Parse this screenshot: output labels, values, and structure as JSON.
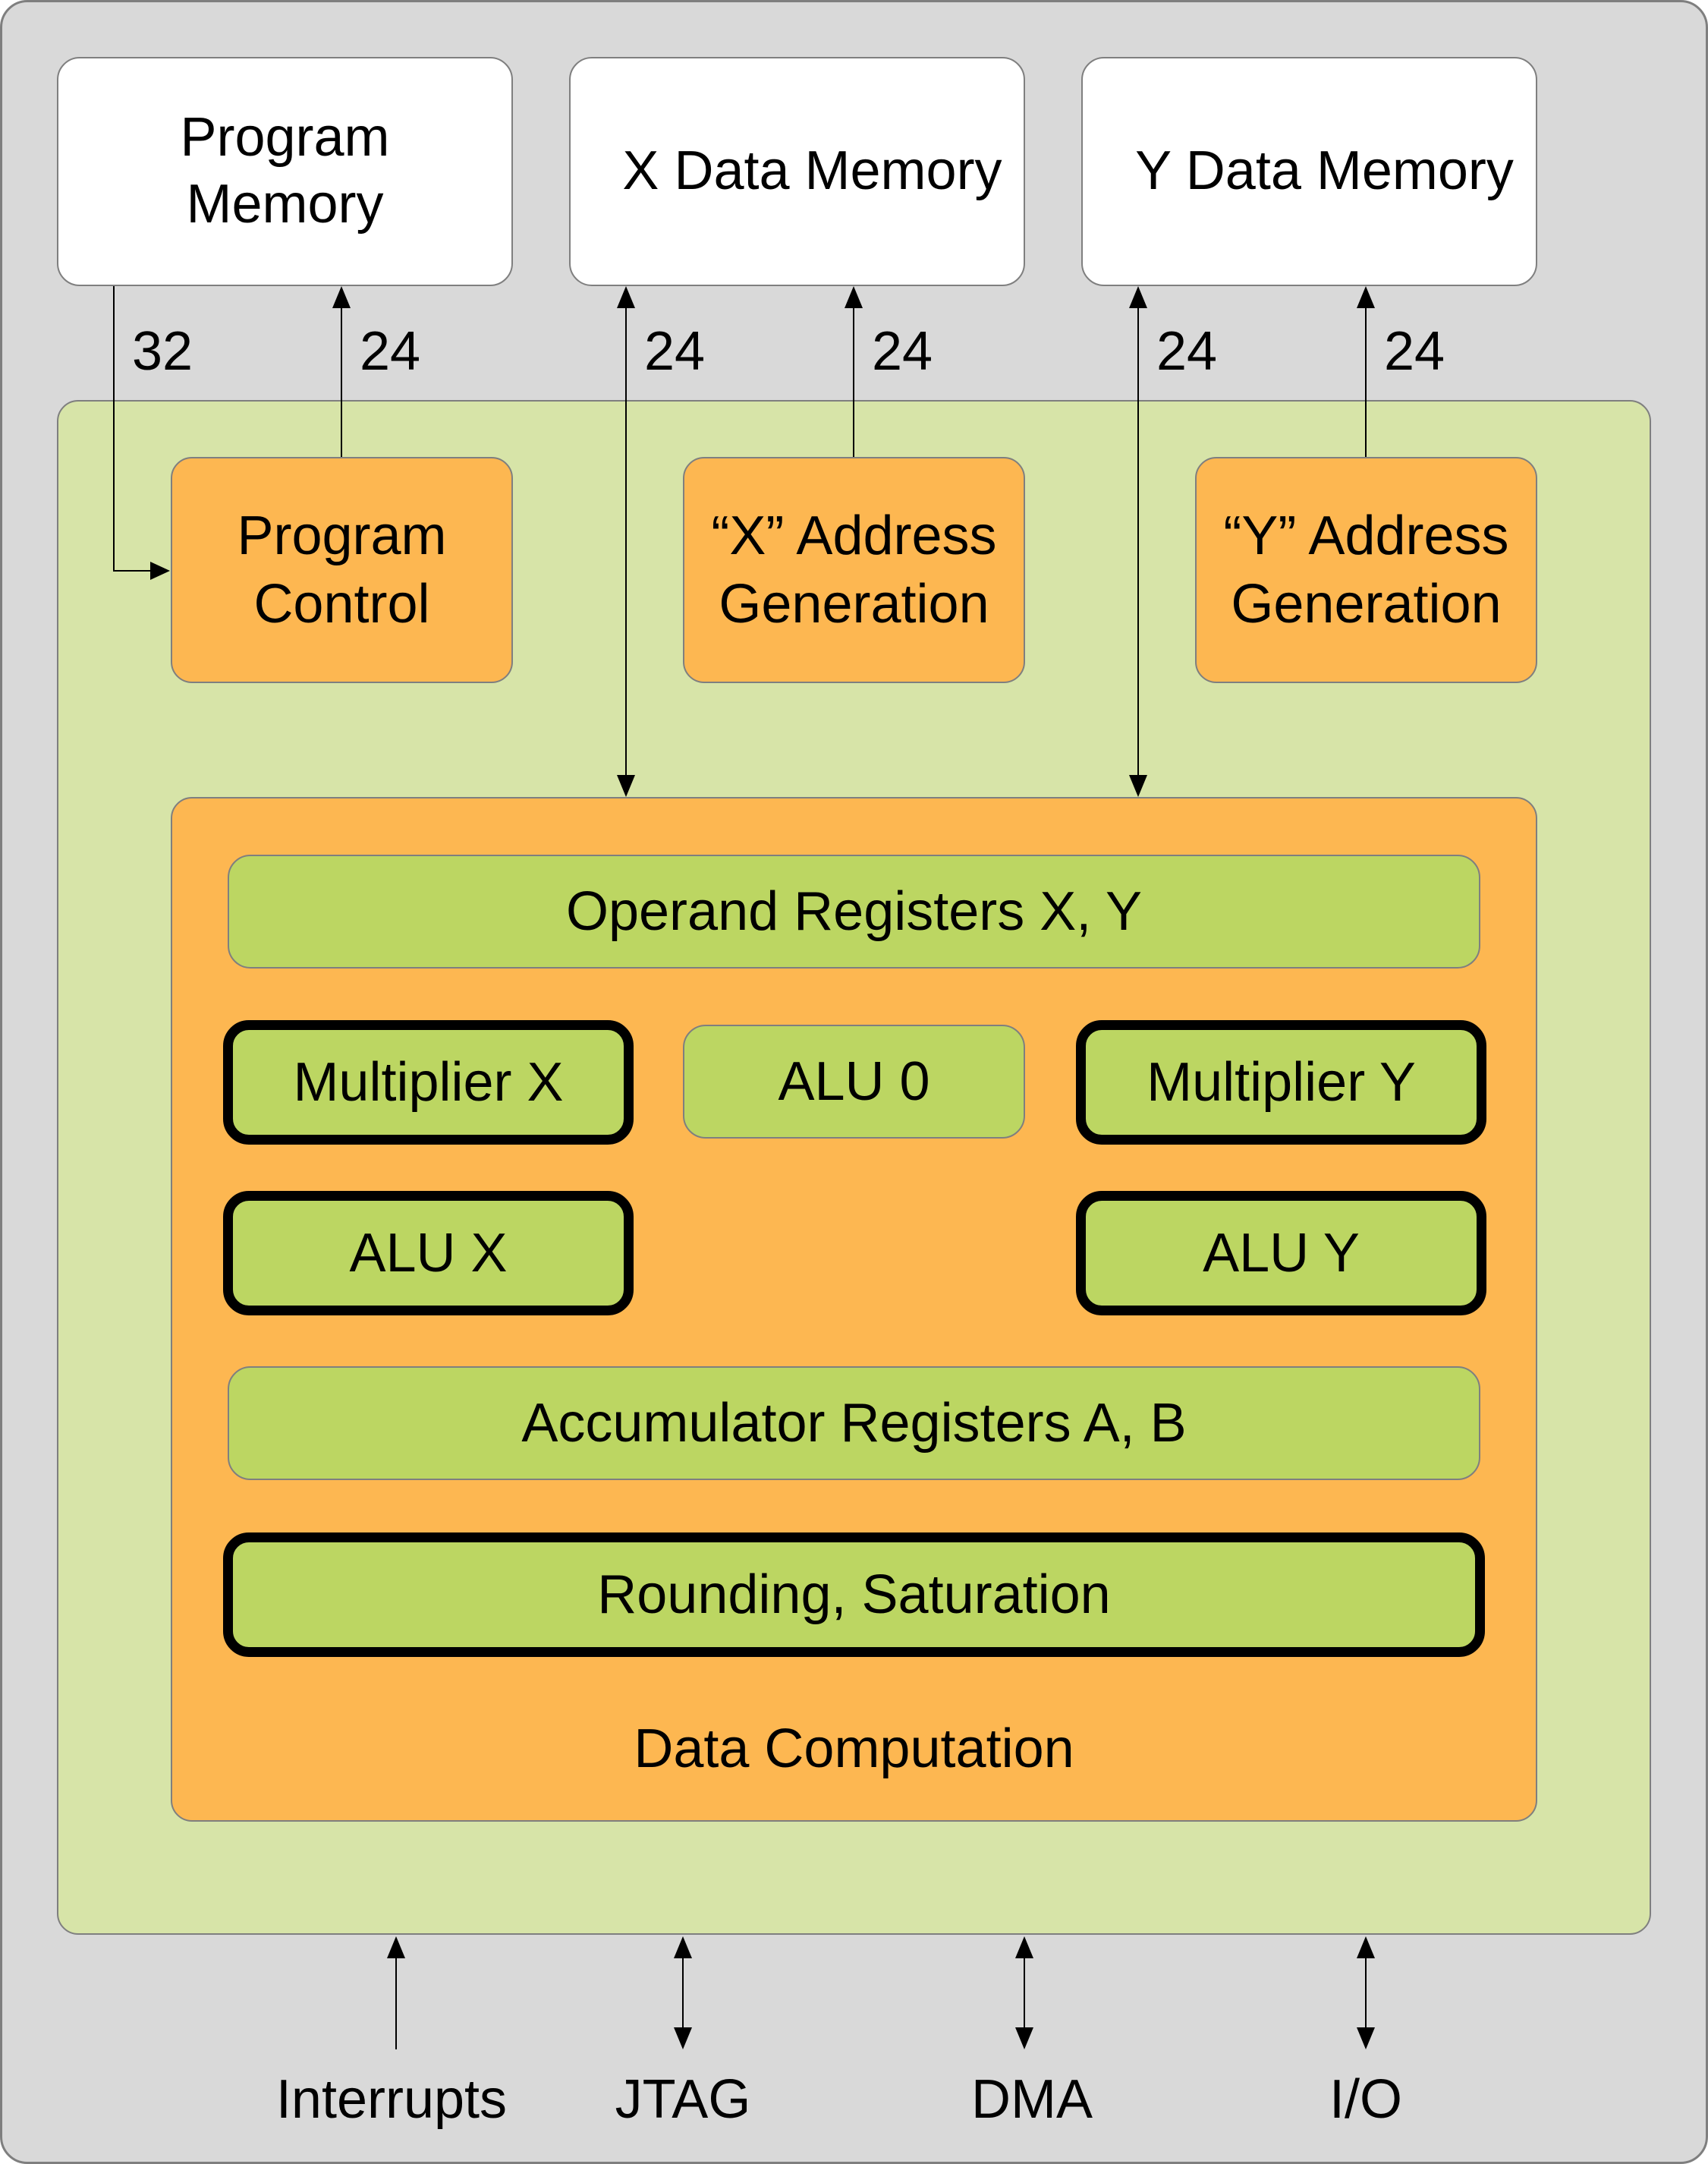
{
  "memories": {
    "program": "Program Memory",
    "x_data": "X Data Memory",
    "y_data": "Y Data Memory"
  },
  "bus_widths": {
    "program_to_control": "32",
    "control_to_program": "24",
    "x_data_bus": "24",
    "x_address_bus": "24",
    "y_data_bus": "24",
    "y_address_bus": "24"
  },
  "control_units": {
    "program_control": "Program Control",
    "x_address_generation": "“X” Address Generation",
    "y_address_generation": "“Y” Address Generation"
  },
  "data_computation": {
    "title": "Data Computation",
    "operand_registers": "Operand Registers X, Y",
    "multiplier_x": "Multiplier X",
    "alu_0": "ALU 0",
    "multiplier_y": "Multiplier Y",
    "alu_x": "ALU X",
    "alu_y": "ALU Y",
    "accumulator_registers": "Accumulator Registers A, B",
    "rounding_saturation": "Rounding, Saturation"
  },
  "peripherals": {
    "interrupts": "Interrupts",
    "jtag": "JTAG",
    "dma": "DMA",
    "io": "I/O"
  }
}
